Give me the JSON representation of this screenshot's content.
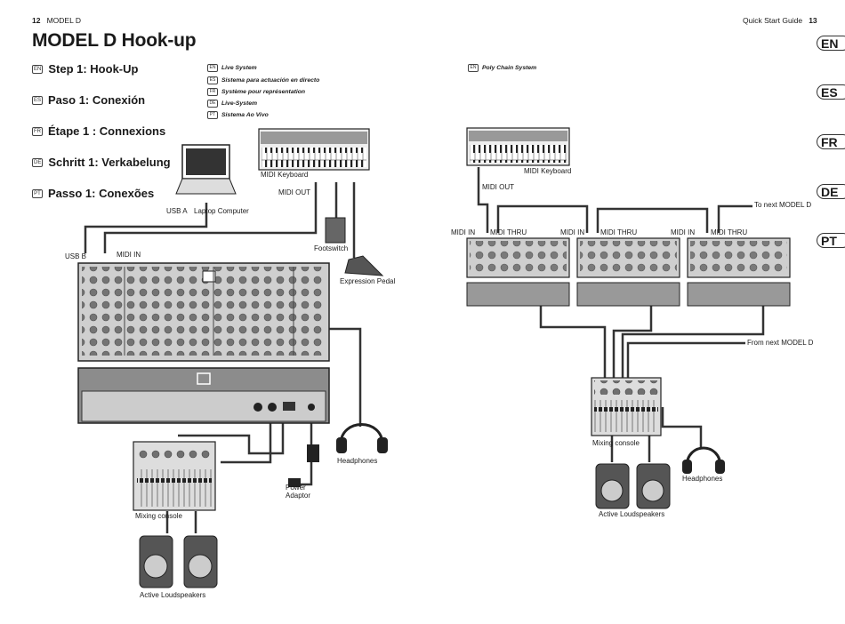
{
  "header": {
    "left_page_number": "12",
    "left_model": "MODEL D",
    "right_guide": "Quick Start Guide",
    "right_page_number": "13"
  },
  "title": "MODEL D Hook-up",
  "steps": [
    {
      "lang": "EN",
      "text": "Step 1: Hook-Up"
    },
    {
      "lang": "ES",
      "text": "Paso 1: Conexión"
    },
    {
      "lang": "FR",
      "text": "Étape 1 : Connexions"
    },
    {
      "lang": "DE",
      "text": "Schritt 1: Verkabelung"
    },
    {
      "lang": "PT",
      "text": "Passo 1: Conexões"
    }
  ],
  "live_system": [
    {
      "lang": "EN",
      "text": "Live System"
    },
    {
      "lang": "ES",
      "text": "Sistema para actuación en directo"
    },
    {
      "lang": "FR",
      "text": "Système pour représentation"
    },
    {
      "lang": "DE",
      "text": "Live-System"
    },
    {
      "lang": "PT",
      "text": "Sistema Ao Vivo"
    }
  ],
  "poly_chain": {
    "lang": "EN",
    "text": "Poly Chain System"
  },
  "lang_tabs": [
    "EN",
    "ES",
    "FR",
    "DE",
    "PT"
  ],
  "left_diagram": {
    "laptop": "Laptop Computer",
    "usb_a": "USB A",
    "usb_b": "USB B",
    "midi_keyboard": "MIDI Keyboard",
    "midi_out": "MIDI OUT",
    "midi_in": "MIDI IN",
    "footswitch": "Footswitch",
    "expression_pedal": "Expression Pedal",
    "headphones": "Headphones",
    "power_adaptor_1": "Power",
    "power_adaptor_2": "Adaptor",
    "mixing_console": "Mixing console",
    "loudspeakers": "Active Loudspeakers"
  },
  "right_diagram": {
    "midi_keyboard": "MIDI Keyboard",
    "midi_out": "MIDI OUT",
    "midi_in_1": "MIDI IN",
    "midi_thru_1": "MIDI THRU",
    "midi_in_2": "MIDI IN",
    "midi_thru_2": "MIDI THRU",
    "midi_in_3": "MIDI IN",
    "midi_thru_3": "MIDI THRU",
    "to_next": "To next MODEL D",
    "from_next": "From next MODEL D",
    "mixing_console": "Mixing console",
    "headphones": "Headphones",
    "loudspeakers": "Active Loudspeakers"
  }
}
